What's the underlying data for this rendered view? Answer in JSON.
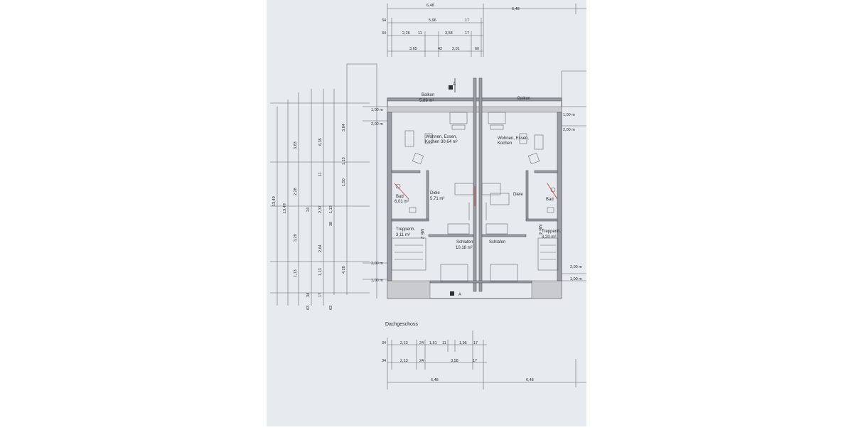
{
  "colors": {
    "paper": "#e7eaee",
    "line": "#3a3f47",
    "wall": "#9a9ea4",
    "red_accent": "#c0392b"
  },
  "title": "Dachgeschoss",
  "rooms": [
    {
      "name": "Balkon",
      "area": "5,89 m²"
    },
    {
      "name": "Balkon",
      "area": ""
    },
    {
      "name": "Wohnen, Essen,",
      "area": "Kochen 30,64 m²"
    },
    {
      "name": "Wohnen, Essen,",
      "area": "Kochen"
    },
    {
      "name": "Bad",
      "area": "6,01 m²"
    },
    {
      "name": "Bad",
      "area": ""
    },
    {
      "name": "Diele",
      "area": "5,71 m²"
    },
    {
      "name": "Diele",
      "area": ""
    },
    {
      "name": "Treppenh.",
      "area": "3,11 m²"
    },
    {
      "name": "Treppenh.",
      "area": "3,20 m²"
    },
    {
      "name": "Schlafen",
      "area": "10,18 m²"
    },
    {
      "name": "Schlafen",
      "area": ""
    }
  ],
  "level_marks": {
    "top_left": [
      "1,00 m",
      "2,00 m"
    ],
    "top_right": [
      "1,00 m",
      "2,00 m"
    ],
    "bottom_left": [
      "2,00 m",
      "1,00 m"
    ],
    "bottom_right": [
      "2,00 m",
      "1,00 m"
    ]
  },
  "section_marker": "A",
  "top_dims": {
    "row1": [
      "6,48",
      "6,48"
    ],
    "row2": [
      "34",
      "5,96",
      "17"
    ],
    "row3": [
      "34",
      "2,26",
      "11",
      "3,58",
      "17"
    ],
    "row4": [
      "3,65",
      "42",
      "2,01",
      "60"
    ]
  },
  "bottom_dims": {
    "row1": [
      "34",
      "2,13",
      "24",
      "1,51",
      "11",
      "1,95",
      "17"
    ],
    "row2": [
      "34",
      "2,13",
      "24",
      "3,58",
      "17"
    ],
    "row3": [
      "6,48",
      "6,48"
    ]
  },
  "left_dims": {
    "total": [
      "13,49",
      "13,49"
    ],
    "col_a": [
      "3,83",
      "2,28",
      "3,29",
      "1,13"
    ],
    "col_b": [
      "6,35",
      "2,37",
      "2,64",
      "1,13"
    ],
    "col_c": [
      "3,84",
      "1,13",
      "1,50",
      "1,13",
      "4,28"
    ],
    "small": [
      "34",
      "63",
      "24",
      "38",
      "11",
      "17",
      "63"
    ]
  },
  "misc": {
    "hoehe_label": "ME 2",
    "hoehe_label_right": "ME 4"
  }
}
